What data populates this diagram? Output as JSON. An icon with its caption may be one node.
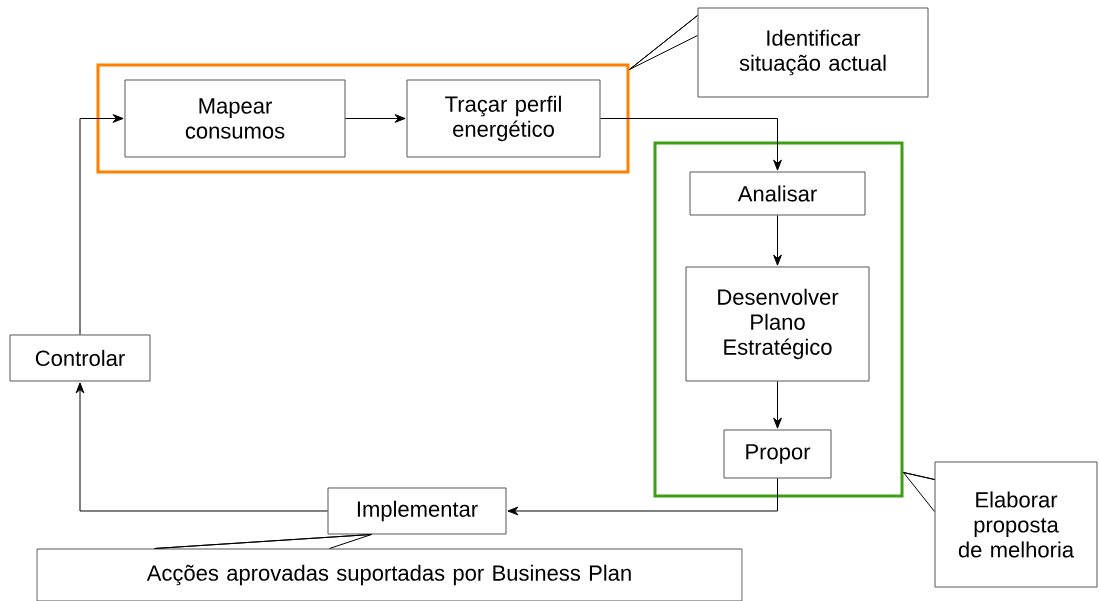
{
  "diagram": {
    "nodes": [
      {
        "text": [],
        "shape": "box"
      },
      {
        "text": [
          "Mapear consumos"
        ],
        "in": 0
      },
      {
        "text": [
          "Traçar perfil energético"
        ],
        "in": 0
      },
      {
        "text": [],
        "shape": "box"
      },
      {
        "text": [
          "Analisar"
        ],
        "in": 3
      },
      {
        "text": [
          "Desenvolver Plano Estratégico"
        ],
        "in": 3
      },
      {
        "text": [
          "Propor"
        ],
        "in": 3
      },
      {
        "text": [
          "Controlar"
        ]
      },
      {
        "text": [
          "Implementar"
        ]
      },
      {
        "text": [
          "Identificar situação actual"
        ]
      },
      {
        "text": [
          "Elaborar proposta de melhoria"
        ]
      },
      {
        "text": [
          "Acções aprovadas suportadas por Business Plan"
        ]
      }
    ],
    "edges": [
      {
        "from": 7,
        "to": 1,
        "arrow": "to"
      },
      {
        "from": 1,
        "to": 2,
        "arrow": "to"
      },
      {
        "from": 2,
        "to": 4,
        "arrow": "to"
      },
      {
        "from": 4,
        "to": 5,
        "arrow": "to"
      },
      {
        "from": 5,
        "to": 6,
        "arrow": "to"
      },
      {
        "from": 6,
        "to": 8,
        "arrow": "to"
      },
      {
        "from": 8,
        "to": 7,
        "arrow": "to"
      },
      {
        "from": 9,
        "to": 0,
        "arrow": "none"
      },
      {
        "from": 10,
        "to": 3,
        "arrow": "none"
      },
      {
        "from": 11,
        "to": 8,
        "arrow": "none"
      }
    ]
  }
}
